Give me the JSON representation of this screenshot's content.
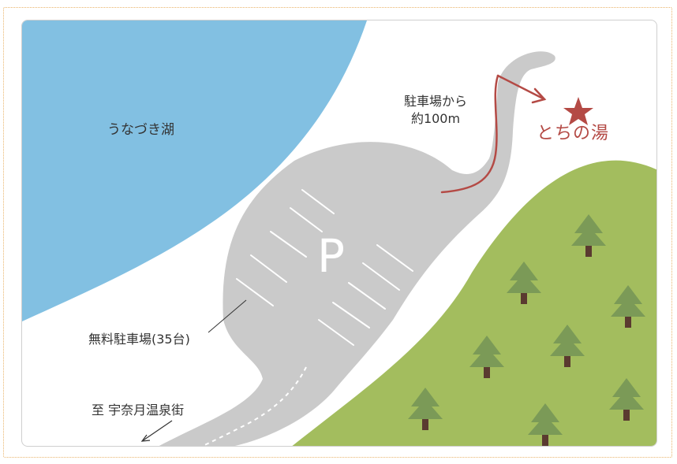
{
  "map": {
    "lake_name": "うなづき湖",
    "walking_distance": {
      "line1": "駐車場から",
      "line2": "約100m"
    },
    "destination": "とちの湯",
    "parking_symbol": "P",
    "parking_label": "無料駐車場(35台)",
    "direction_label": "至 宇奈月温泉街"
  },
  "colors": {
    "lake": "#82c0e2",
    "forest": "#a3bd5e",
    "road": "#cacaca",
    "tree_foliage": "#7b9a57",
    "tree_trunk": "#5a3a30",
    "route_line": "#b44a45",
    "frame_dots": "#e9b56c"
  },
  "icons": [
    "star-icon",
    "arrow-icon",
    "tree-icon"
  ]
}
